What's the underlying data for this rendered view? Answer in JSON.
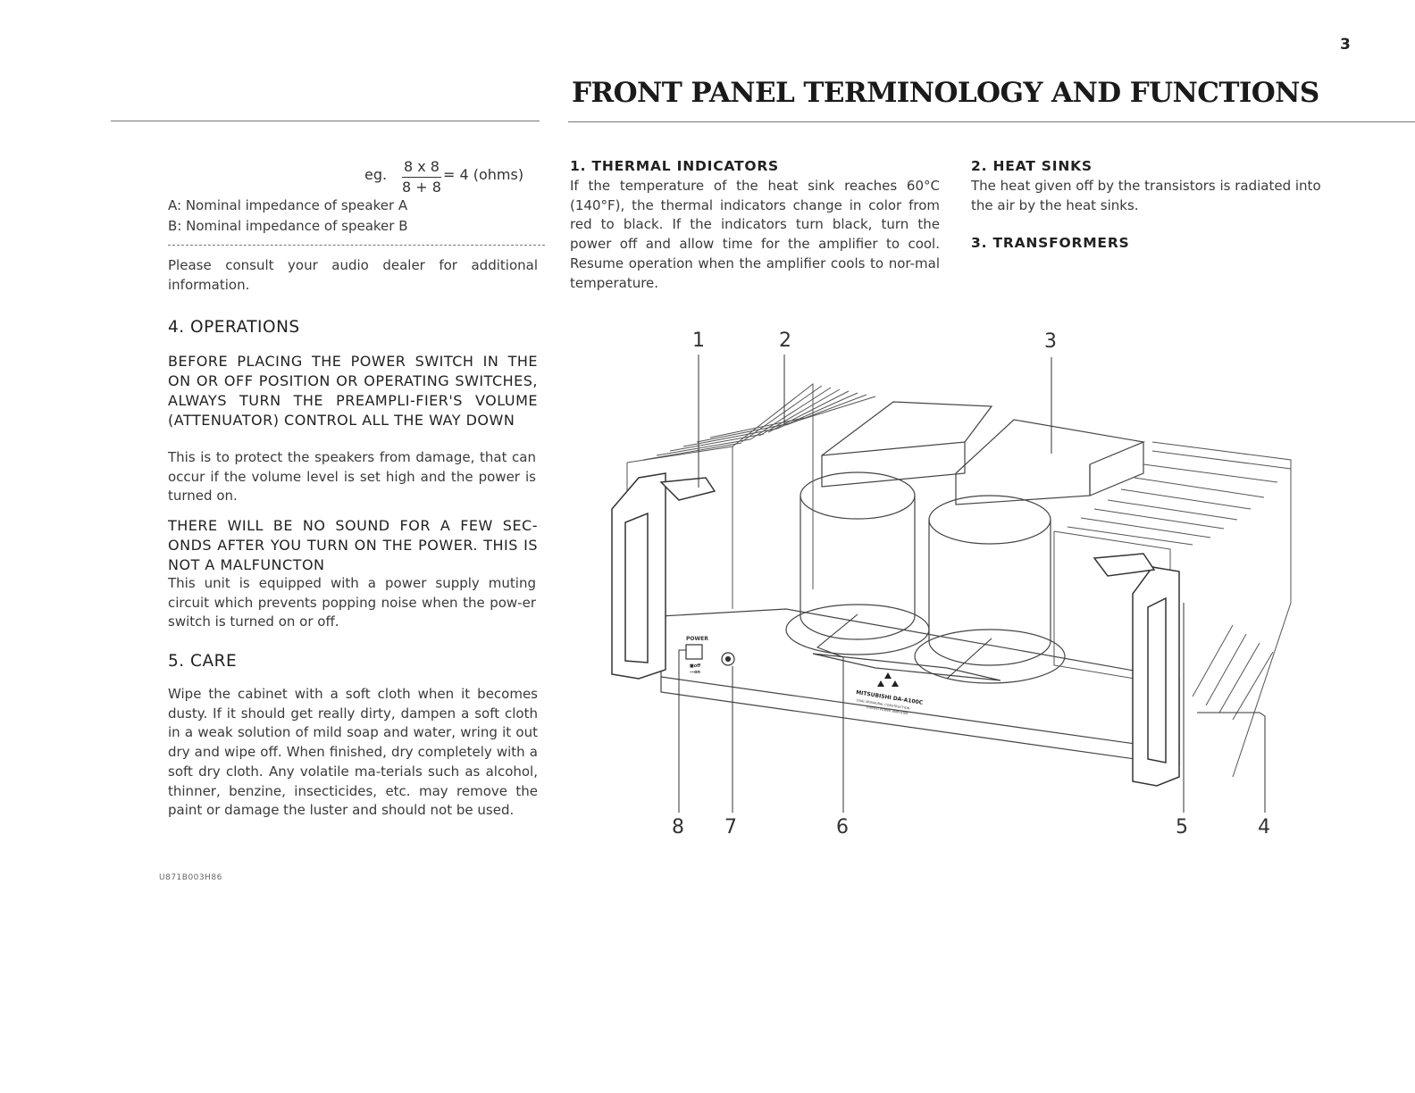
{
  "page_number": "3",
  "title": "FRONT PANEL TERMINOLOGY AND FUNCTIONS",
  "left": {
    "formula": {
      "prefix": "eg.",
      "numerator": "8 x 8",
      "denominator": "8 + 8",
      "result": "= 4 (ohms)"
    },
    "legend_a": "A: Nominal impedance of speaker A",
    "legend_b": "B: Nominal impedance of speaker B",
    "consult_text": "Please consult your audio dealer for additional information.",
    "operations": {
      "heading": "4. OPERATIONS",
      "warning1": "BEFORE PLACING THE POWER SWITCH IN THE ON OR OFF POSITION OR OPERATING SWITCHES, ALWAYS TURN THE PREAMPLI-FIER'S VOLUME (ATTENUATOR) CONTROL ALL THE WAY DOWN",
      "text1": "This is to protect the speakers from damage, that can occur if the volume level is set high and the power is turned on.",
      "warning2": "THERE WILL BE NO SOUND FOR A FEW SEC-ONDS AFTER YOU TURN ON THE POWER. THIS IS NOT A MALFUNCTON",
      "text2": "This unit is equipped with a power supply muting circuit which prevents popping noise when the pow-er switch is turned on or off."
    },
    "care": {
      "heading": "5. CARE",
      "text": "Wipe the cabinet with a soft cloth when it becomes dusty. If it should get really dirty, dampen a soft cloth in a weak solution of mild soap and water, wring it out dry and wipe off. When finished, dry completely with a soft dry cloth. Any volatile ma-terials such as alcohol, thinner, benzine, insecticides, etc. may remove the paint or damage the luster and should not be used."
    },
    "footer_code": "U871B003H86"
  },
  "thermal": {
    "heading": "1. THERMAL INDICATORS",
    "text": "If the temperature of the heat sink reaches 60°C (140°F), the thermal indicators change in color from red to black. If the indicators turn black, turn the power off and allow time for the amplifier to cool. Resume operation when the amplifier cools to nor-mal temperature."
  },
  "heat_sinks": {
    "heading": "2. HEAT SINKS",
    "text": "The heat given off by the transistors is radiated into the air by the heat sinks."
  },
  "transformers": {
    "heading": "3. TRANSFORMERS"
  },
  "diagram": {
    "callouts": [
      "1",
      "2",
      "3",
      "4",
      "5",
      "6",
      "7",
      "8"
    ],
    "power_label": "POWER",
    "switch_off": "■off",
    "switch_on": "—on",
    "brand_text": "MITSUBISHI DA-A100C",
    "brand_subtext": "DUAL MONAURAL CONSTRUCTION",
    "brand_subtext2": "STEREO POWER AMPLIFIER"
  }
}
